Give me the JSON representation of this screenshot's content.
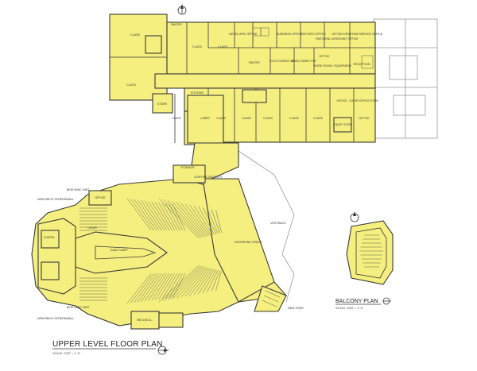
{
  "titles": {
    "main": "UPPER LEVEL FLOOR PLAN",
    "main_scale": "SCALE: 3/32\" = 1'-0\"",
    "balcony": "BALCONY PLAN",
    "balcony_scale": "SCALE: 3/64\" = 1'-0\""
  },
  "rooms": {
    "class_nw": "CLASS",
    "class_nw2": "CLASS",
    "pantry_n": "PANTRY",
    "class_n1": "CLASS",
    "development_office": "DEVELOPM. OFFICE",
    "business_office": "BUSINESS OFFICE",
    "pastors_office": "PASTOR'S OFFICE",
    "office_n": "OFFICE",
    "pastoral_assistant_office": "PASTORAL ASSISTANT OFFICE",
    "christian_service_office": "CHRISTIAN SERVICE OFFICE",
    "class_n2": "CLASS",
    "pantry_mid": "PANTRY",
    "youth_director": "YOUTH DIRECTOR",
    "music_director": "MUSIC DIRECTOR",
    "office_mid": "OFFICE",
    "work_room": "WORK ROOM / EQUIPMENT",
    "reception": "RECEPTION",
    "kitchen": "KITCHEN",
    "class_w": "CLASS",
    "store": "STORE",
    "class_s1": "CLASS",
    "class_s2": "CLASS",
    "class_s3": "CLASS",
    "class_s4": "CLASS",
    "class_s5": "CLASS",
    "office_s": "OFFICE",
    "choir_office": "CHOIR OFFICE STOR.",
    "equip_stor": "EQUIP. STOR.",
    "office_e": "OFFICE",
    "lobby": "LOBBY",
    "storage": "STORAGE",
    "lighting_sacristy": "LIGHTING SACRISTY",
    "gathering_space": "GATHERING SPACE",
    "vestibule": "VESTIBULE",
    "new_stair": "NEW STAIR",
    "new_brick_screenwall_n": "NEW BRICK SCREENWALL",
    "new_brick_screenwall_s": "NEW BRICK SCREENWALL",
    "new_hvac_unit_n": "NEW HVAC UNIT",
    "new_hvac_unit_s": "NEW HVAC UNIT",
    "sanctuary": "SANCTUARY",
    "chapel": "CHAPEL",
    "choir": "CHOIR",
    "reconciliation": "RECONCIL.",
    "office_nw": "OFFICE"
  },
  "colors": {
    "fill": "#f4ef7e",
    "stroke": "#3a3a3a",
    "existing": "#9a9a9a"
  }
}
